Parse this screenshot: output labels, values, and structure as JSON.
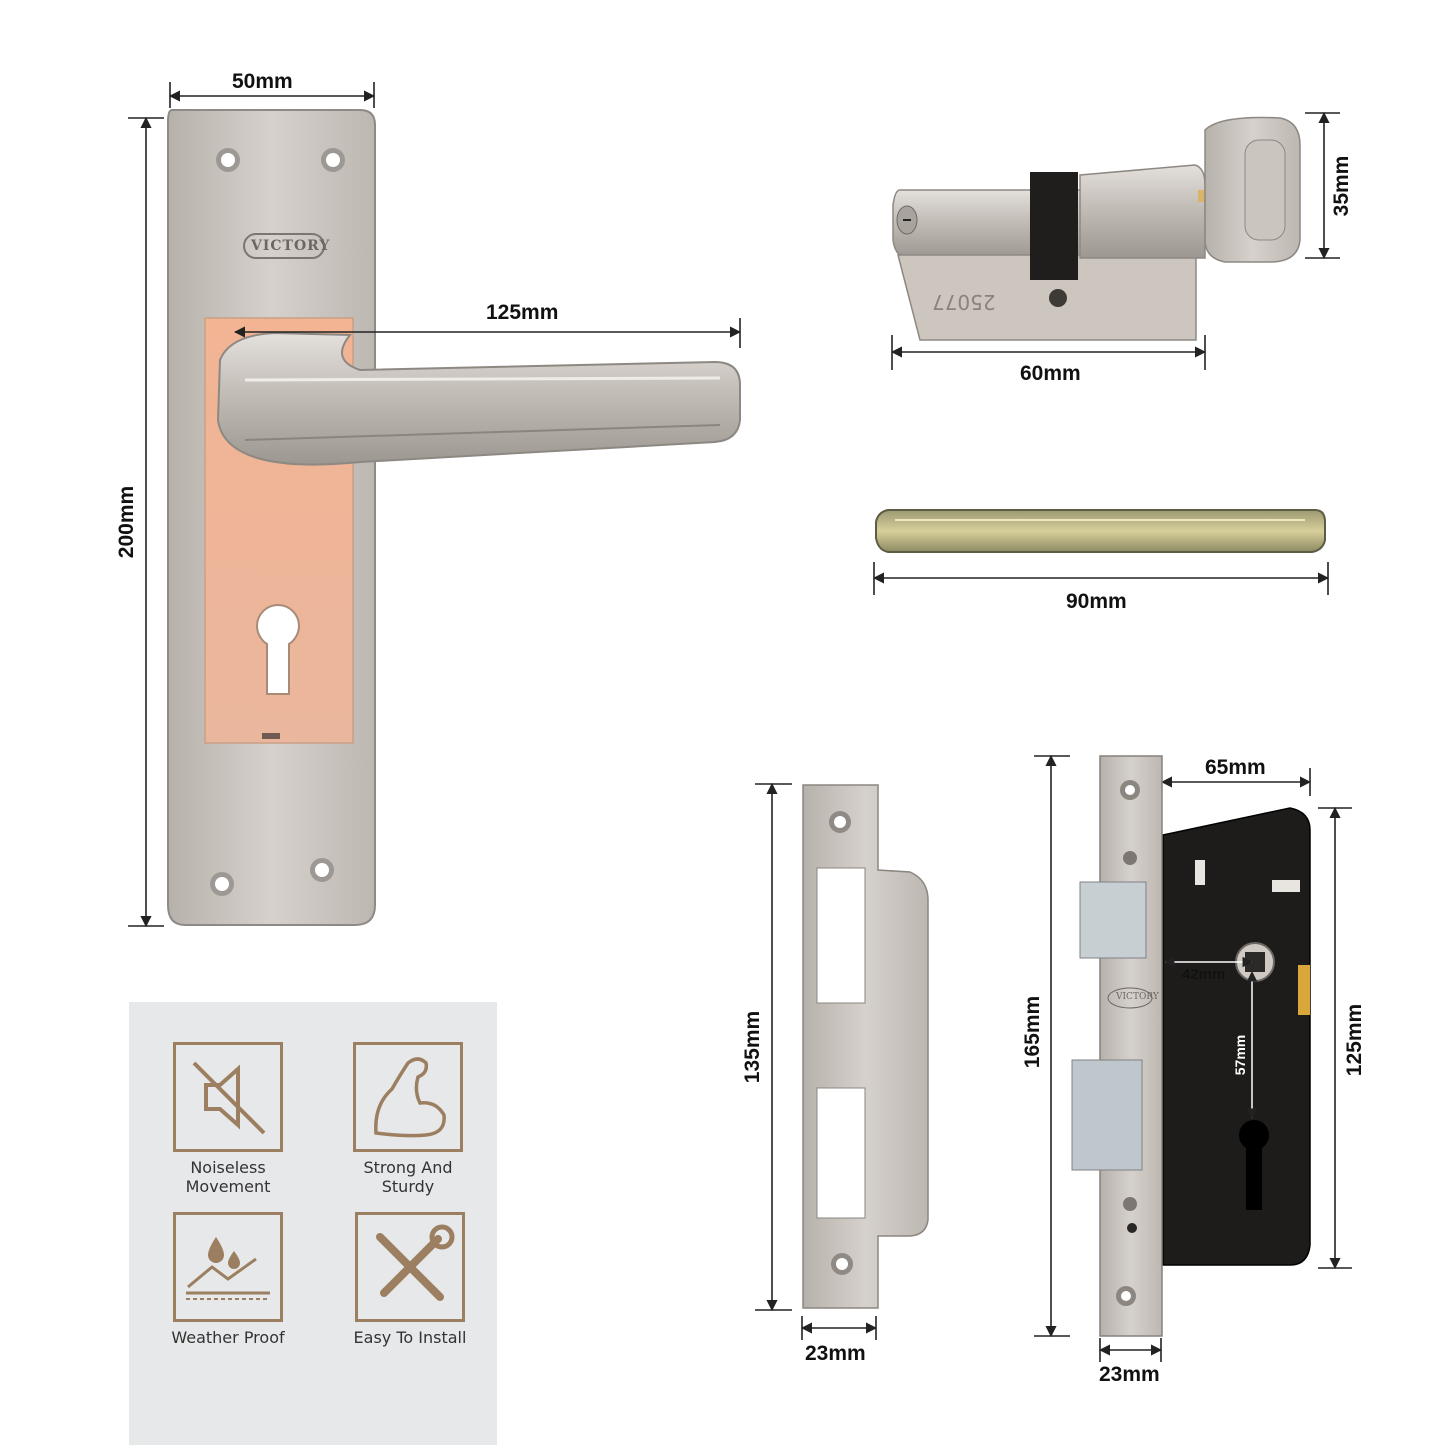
{
  "dimensions": {
    "plate_width": "50mm",
    "plate_height": "200mm",
    "handle_length": "125mm",
    "cylinder_length": "60mm",
    "cylinder_height": "35mm",
    "spindle_length": "90mm",
    "strike_height": "135mm",
    "strike_width": "23mm",
    "lock_face_height": "165mm",
    "lock_body_depth": "65mm",
    "lock_body_height": "125mm",
    "backset": "42mm",
    "centres": "57mm",
    "lock_face_width": "23mm"
  },
  "branding": {
    "plate_logo": "VICTORY",
    "lockbody_logo": "VICTORY"
  },
  "cylinder": {
    "engraving": "25077"
  },
  "features": [
    {
      "label": "Noiseless Movement",
      "icon": "no-sound-icon"
    },
    {
      "label": "Strong And Sturdy",
      "icon": "strong-arm-icon"
    },
    {
      "label": "Weather Proof",
      "icon": "weather-proof-icon"
    },
    {
      "label": "Easy To Install",
      "icon": "tools-icon"
    }
  ],
  "colors": {
    "brand_accent": "#9c7f60",
    "satin_steel": "#c9c3bd",
    "rose_gold": "#efb394",
    "lock_body": "#1c1c1c",
    "panel_bg": "#e7e8ea"
  }
}
